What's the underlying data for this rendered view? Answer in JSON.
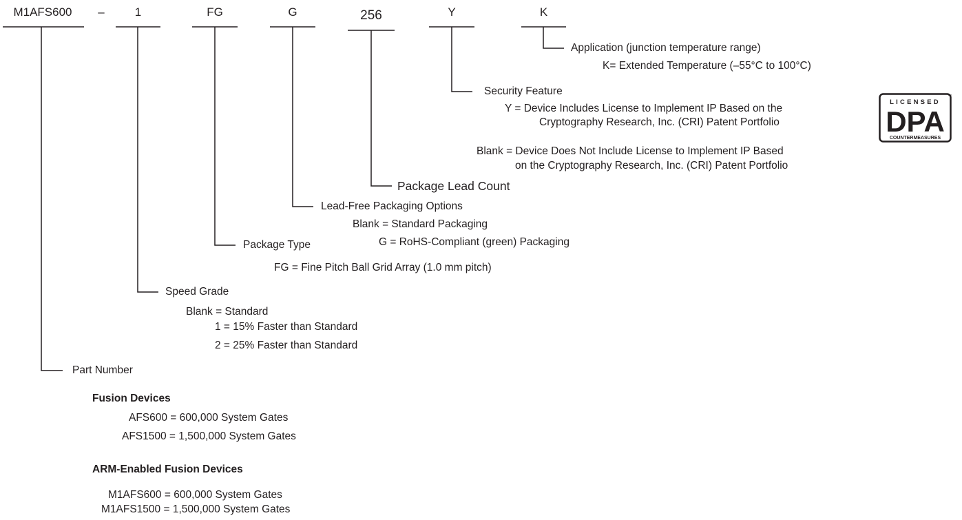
{
  "part": {
    "segments": [
      "M1AFS600",
      "–",
      "1",
      "FG",
      "G",
      "256",
      "Y",
      "K"
    ]
  },
  "application": {
    "title": "Application (junction temperature range)",
    "options": [
      "K=  Extended Temperature (–55°C to 100°C)"
    ]
  },
  "security": {
    "title": "Security Feature",
    "y_line1": "Y = Device Includes License to Implement IP Based on the",
    "y_line2": "Cryptography Research, Inc. (CRI) Patent Portfolio",
    "blank_line1": "Blank = Device Does Not Include License to Implement IP Based",
    "blank_line2": "on the Cryptography Research, Inc. (CRI) Patent Portfolio"
  },
  "logo": {
    "top": "LICENSED",
    "middle": "DPA",
    "bottom": "COUNTERMEASURES",
    "tm": "™"
  },
  "lead_count": {
    "title": "Package Lead Count"
  },
  "lead_free": {
    "title": "Lead-Free Packaging Options",
    "blank": "Blank = Standard Packaging",
    "g": "G = RoHS-Compliant (green) Packaging"
  },
  "package_type": {
    "title": "Package Type",
    "fg": "FG  =  Fine Pitch Ball Grid Array (1.0 mm pitch)"
  },
  "speed": {
    "title": "Speed Grade",
    "options": [
      "Blank  =  Standard",
      "1  =  15% Faster than Standard",
      "2  =  25% Faster than Standard"
    ]
  },
  "part_number": {
    "title": "Part Number",
    "fusion_heading": "Fusion Devices",
    "fusion": [
      "AFS600 =  600,000 System Gates",
      "AFS1500 =  1,500,000 System Gates"
    ],
    "arm_heading": "ARM-Enabled Fusion Devices",
    "arm": [
      "M1AFS600 =  600,000 System Gates",
      "M1AFS1500 =  1,500,000 System Gates"
    ]
  },
  "colors": {
    "ink": "#231f20"
  }
}
